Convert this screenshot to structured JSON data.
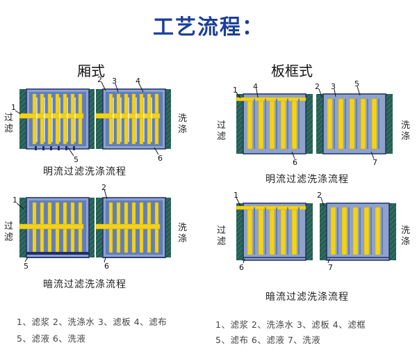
{
  "title": "工艺流程：",
  "sections": {
    "chamber": {
      "title": "厢式",
      "caption_open": "明流过滤洗涤流程",
      "caption_dark": "暗流过滤洗涤流程",
      "filter_label": "过滤",
      "wash_label": "洗涤",
      "legend_line1": "1、滤浆 2、洗涤水 3、滤板 4、滤布",
      "legend_line2": "5、滤液 6、洗液"
    },
    "plate_frame": {
      "title": "板框式",
      "caption_open": "明流过滤洗涤流程",
      "caption_dark": "暗流过滤洗涤流程",
      "filter_label": "过滤",
      "wash_label": "洗涤",
      "legend_line1": "1、滤浆 2、洗涤水 3、滤板 4、滤框",
      "legend_line2": "5、滤布 6、滤液  7、洗液"
    }
  },
  "callouts": {
    "n1": "1",
    "n2": "2",
    "n3": "3",
    "n4": "4",
    "n5": "5",
    "n6": "6",
    "n7": "7"
  },
  "colors": {
    "title": "#1b3f9a",
    "wall": "#2e6b5e",
    "frame": "#8fa2c9",
    "slurry": "#f3d21a",
    "cloth": "#5d7ec4",
    "channel": "#ffffff"
  }
}
